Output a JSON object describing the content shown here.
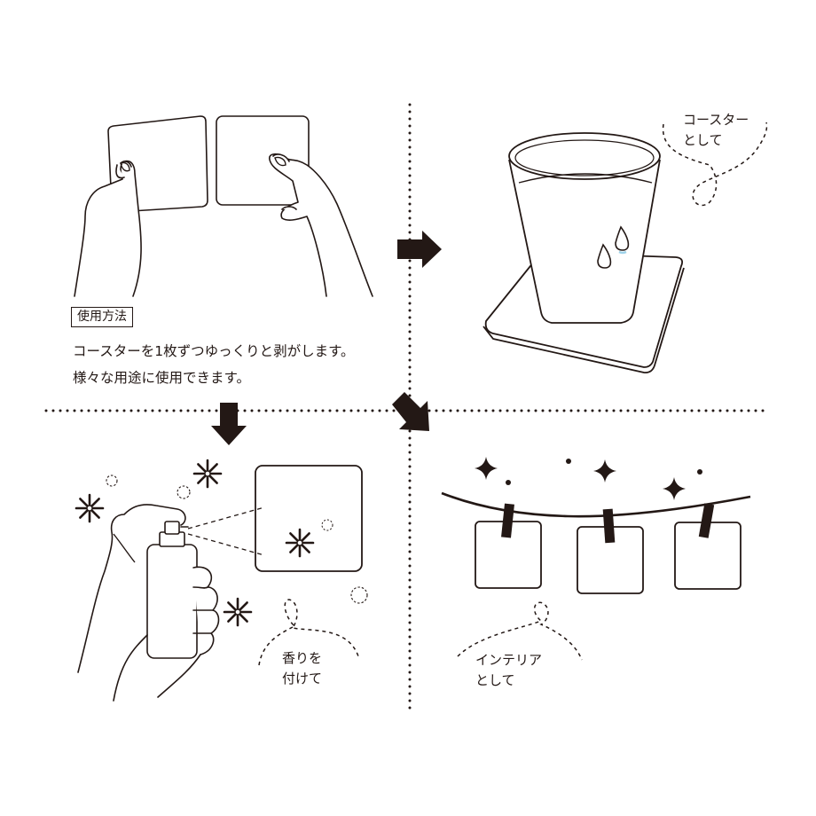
{
  "usage": {
    "heading": "使用方法",
    "line1": "コースターを1枚ずつゆっくりと剥がします。",
    "line2": "様々な用途に使用できます。"
  },
  "captions": {
    "coaster_line1": "コースター",
    "coaster_line2": "として",
    "aroma_line1": "香りを",
    "aroma_line2": "付けて",
    "interior_line1": "インテリア",
    "interior_line2": "として"
  },
  "colors": {
    "ink": "#231815",
    "paper": "#ffffff",
    "water_accent": "#9fd3ea"
  },
  "icons": {
    "arrow_right": "arrow-right-icon",
    "arrow_down": "arrow-down-icon",
    "arrow_diagonal": "arrow-down-right-icon",
    "flower": "asterisk-flower-icon",
    "sparkle": "four-point-star-icon"
  }
}
